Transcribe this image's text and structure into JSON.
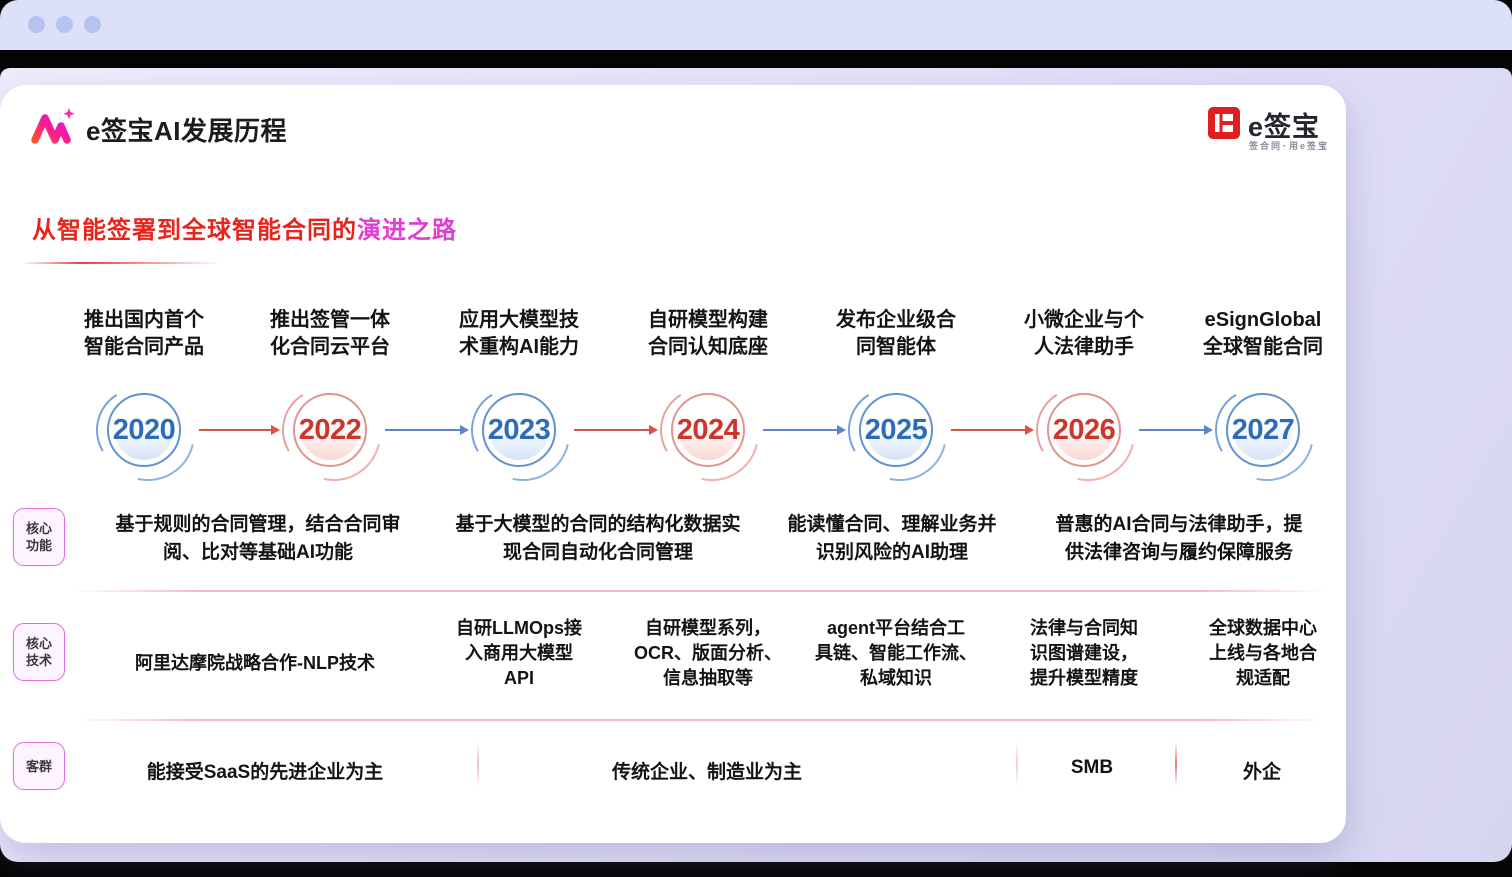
{
  "header": {
    "title": "e签宝AI发展历程"
  },
  "brand": {
    "name": "e签宝",
    "tagline_left": "签合同",
    "tagline_sep": "·",
    "tagline_right": "用e签宝"
  },
  "subtitle": {
    "main": "从智能签署到全球智能合同的",
    "highlight": "演进之路"
  },
  "timeline": {
    "items": [
      {
        "year": "2020",
        "color": "blue",
        "heading": "推出国内首个\n智能合同产品"
      },
      {
        "year": "2022",
        "color": "red",
        "heading": "推出签管一体\n化合同云平台"
      },
      {
        "year": "2023",
        "color": "blue",
        "heading": "应用大模型技\n术重构AI能力"
      },
      {
        "year": "2024",
        "color": "red",
        "heading": "自研模型构建\n合同认知底座"
      },
      {
        "year": "2025",
        "color": "blue",
        "heading": "发布企业级合\n同智能体"
      },
      {
        "year": "2026",
        "color": "red",
        "heading": "小微企业与个\n人法律助手"
      },
      {
        "year": "2027",
        "color": "blue",
        "heading": "eSignGlobal\n全球智能合同"
      }
    ]
  },
  "rows": {
    "core_functions": {
      "label": "核心\n功能",
      "cells": [
        "基于规则的合同管理，结合合同审\n阅、比对等基础AI功能",
        "基于大模型的合同的结构化数据实\n现合同自动化合同管理",
        "能读懂合同、理解业务并\n识别风险的AI助理",
        "普惠的AI合同与法律助手，提\n供法律咨询与履约保障服务"
      ]
    },
    "core_tech": {
      "label": "核心\n技术",
      "cells": [
        "阿里达摩院战略合作-NLP技术",
        "自研LLMOps接\n入商用大模型\nAPI",
        "自研模型系列，\nOCR、版面分析、\n信息抽取等",
        "agent平台结合工\n具链、智能工作流、\n私域知识",
        "法律与合同知\n识图谱建设，\n提升模型精度",
        "全球数据中心\n上线与各地合\n规适配"
      ]
    },
    "customers": {
      "label": "客群",
      "cells": [
        "能接受SaaS的先进企业为主",
        "传统企业、制造业为主",
        "SMB",
        "外企"
      ]
    }
  },
  "colors": {
    "timeline_blue": "#2e6cb5",
    "timeline_red": "#c9372c",
    "arrow_red": "#d9534a",
    "arrow_blue": "#5b87c7",
    "subtitle_red": "#e8251d",
    "subtitle_pink": "#e23bd4",
    "badge_pink": "#e06ee6",
    "brand_red": "#e02020"
  }
}
